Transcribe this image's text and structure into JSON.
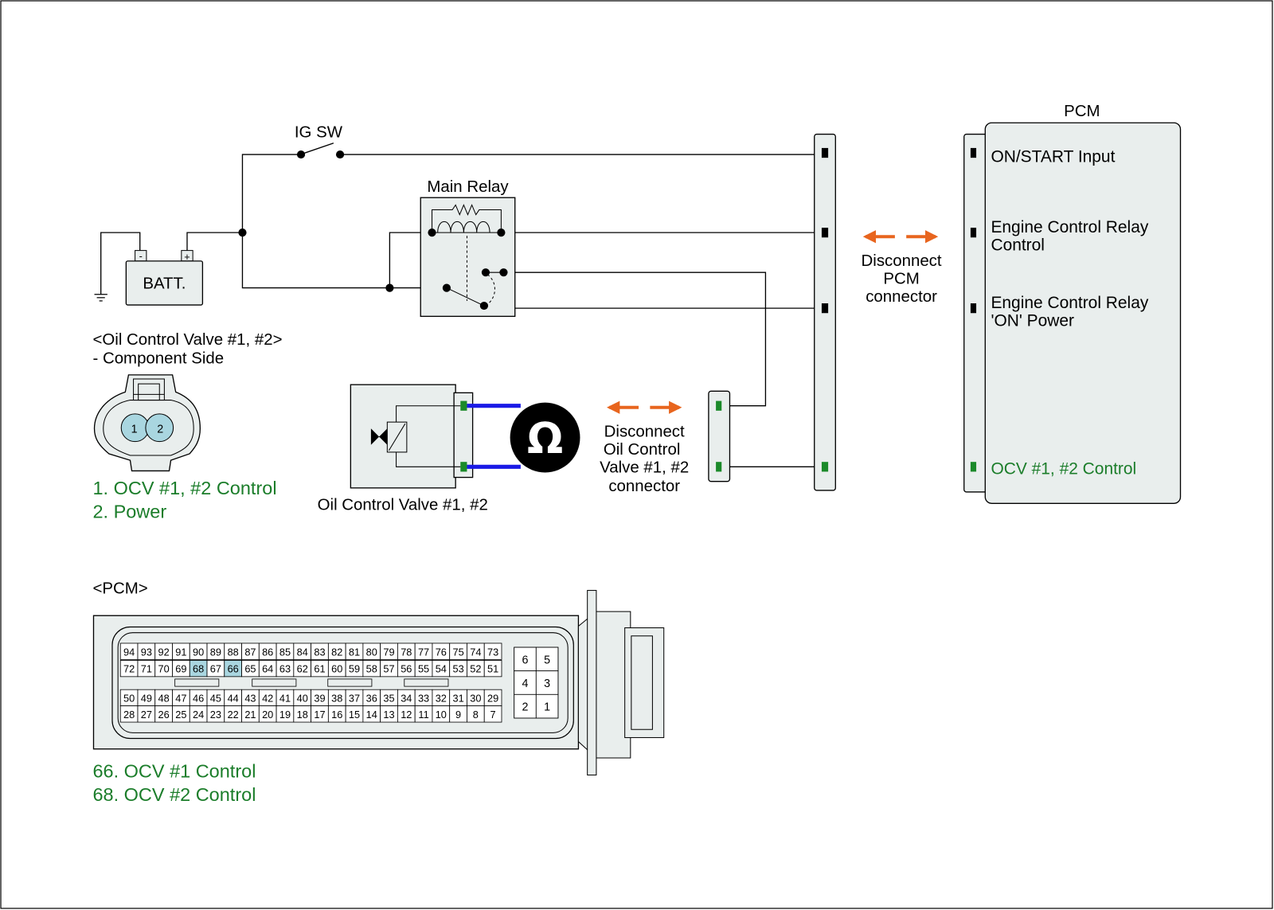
{
  "colors": {
    "panel": "#e9eeed",
    "accent_green": "#1b7d2a",
    "arrow_orange": "#e8651e",
    "probe_blue": "#1a1ae6",
    "highlight_pin": "#a9d6e0",
    "pin_marker_black": "#000000",
    "pin_marker_green": "#1b8a2a"
  },
  "labels": {
    "ig_sw": "IG SW",
    "main_relay": "Main Relay",
    "battery": "BATT.",
    "battery_minus": "-",
    "battery_plus": "+",
    "pcm_title": "PCM",
    "ocv_component": "Oil Control Valve #1, #2",
    "ohm": "Ω"
  },
  "pcm_pins": [
    {
      "label": "ON/START Input",
      "marker": "black"
    },
    {
      "label_lines": [
        "Engine Control Relay",
        "Control"
      ],
      "marker": "black"
    },
    {
      "label_lines": [
        "Engine Control Relay",
        "'ON' Power"
      ],
      "marker": "black"
    },
    {
      "label": "OCV #1, #2 Control",
      "marker": "green"
    }
  ],
  "disconnect_pcm": [
    "Disconnect",
    "PCM",
    "connector"
  ],
  "disconnect_ocv": [
    "Disconnect",
    "Oil Control",
    "Valve #1, #2",
    "connector"
  ],
  "ocv_connector_view": {
    "title": "<Oil Control Valve #1, #2>",
    "subtitle": "- Component Side",
    "pins": [
      "1",
      "2"
    ],
    "legend": [
      "1. OCV #1, #2 Control",
      "2. Power"
    ]
  },
  "pcm_connector_view": {
    "title": "<PCM>",
    "rows": [
      [
        "94",
        "93",
        "92",
        "91",
        "90",
        "89",
        "88",
        "87",
        "86",
        "85",
        "84",
        "83",
        "82",
        "81",
        "80",
        "79",
        "78",
        "77",
        "76",
        "75",
        "74",
        "73"
      ],
      [
        "72",
        "71",
        "70",
        "69",
        "68",
        "67",
        "66",
        "65",
        "64",
        "63",
        "62",
        "61",
        "60",
        "59",
        "58",
        "57",
        "56",
        "55",
        "54",
        "53",
        "52",
        "51"
      ],
      [
        "50",
        "49",
        "48",
        "47",
        "46",
        "45",
        "44",
        "43",
        "42",
        "41",
        "40",
        "39",
        "38",
        "37",
        "36",
        "35",
        "34",
        "33",
        "32",
        "31",
        "30",
        "29"
      ],
      [
        "28",
        "27",
        "26",
        "25",
        "24",
        "23",
        "22",
        "21",
        "20",
        "19",
        "18",
        "17",
        "16",
        "15",
        "14",
        "13",
        "12",
        "11",
        "10",
        "9",
        "8",
        "7"
      ]
    ],
    "highlighted": [
      "66",
      "68"
    ],
    "small_block": [
      [
        "6",
        "5"
      ],
      [
        "4",
        "3"
      ],
      [
        "2",
        "1"
      ]
    ],
    "legend": [
      "66. OCV #1 Control",
      "68. OCV #2 Control"
    ]
  }
}
